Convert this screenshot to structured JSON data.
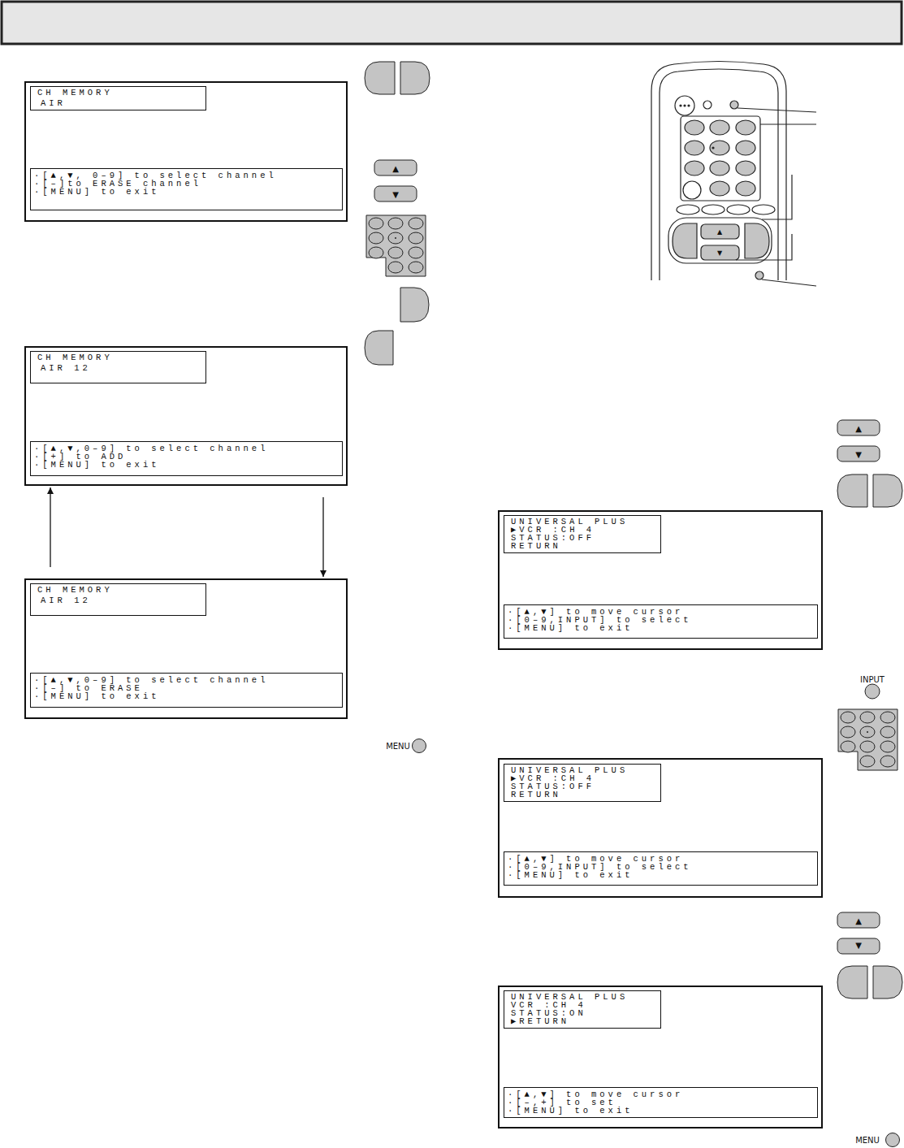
{
  "diagram": {
    "nodes": [
      {
        "text": []
      },
      {
        "text": [
          "CH MEMORY",
          "AIR"
        ],
        "in": 0
      },
      {
        "text": [
          "·[▲,▼, 0–9] to select channel",
          "·[–]to ERASE channel",
          "·[MENU] to exit"
        ],
        "in": 0
      },
      {
        "text": []
      },
      {
        "text": [
          "CH MEMORY",
          "AIR 12"
        ],
        "in": 3
      },
      {
        "text": [
          "·[▲,▼,0–9] to select channel",
          "·[+] to ADD",
          "·[MENU] to exit"
        ],
        "in": 3
      },
      {
        "text": []
      },
      {
        "text": [
          "CH MEMORY",
          "AIR 12"
        ],
        "in": 6
      },
      {
        "text": [
          "·[▲,▼,0–9] to select channel",
          "·[–] to ERASE",
          "·[MENU] to exit"
        ],
        "in": 6
      },
      {
        "text": []
      },
      {
        "text": [
          "UNIVERSAL PLUS",
          "▶VCR :CH 4",
          "STATUS:OFF",
          "RETURN"
        ],
        "in": 9
      },
      {
        "text": [
          "·[▲,▼] to move cursor",
          "·[0–9,INPUT] to select",
          "·[MENU] to exit"
        ],
        "in": 9
      },
      {
        "text": []
      },
      {
        "text": [
          "UNIVERSAL PLUS",
          "▶VCR :CH 4",
          "STATUS:OFF",
          "RETURN"
        ],
        "in": 12
      },
      {
        "text": [
          "·[▲,▼] to move cursor",
          "·[0–9,INPUT] to select",
          "·[MENU] to exit"
        ],
        "in": 12
      },
      {
        "text": []
      },
      {
        "text": [
          "UNIVERSAL PLUS",
          "VCR :CH 4",
          "STATUS:ON",
          "▶RETURN"
        ],
        "in": 15
      },
      {
        "text": [
          "·[▲,▼] to move cursor",
          "·[–,+] to set",
          "·[MENU] to exit"
        ],
        "in": 15
      }
    ],
    "edges": [
      {
        "from": 3,
        "to": 6,
        "arrow": "to"
      },
      {
        "from": 6,
        "to": 3,
        "arrow": "to"
      }
    ],
    "labels": [
      "▲",
      "▼",
      "▲",
      "▼",
      "MENU",
      "▲",
      "▼",
      "INPUT",
      "▲",
      "▼",
      "MENU"
    ]
  }
}
